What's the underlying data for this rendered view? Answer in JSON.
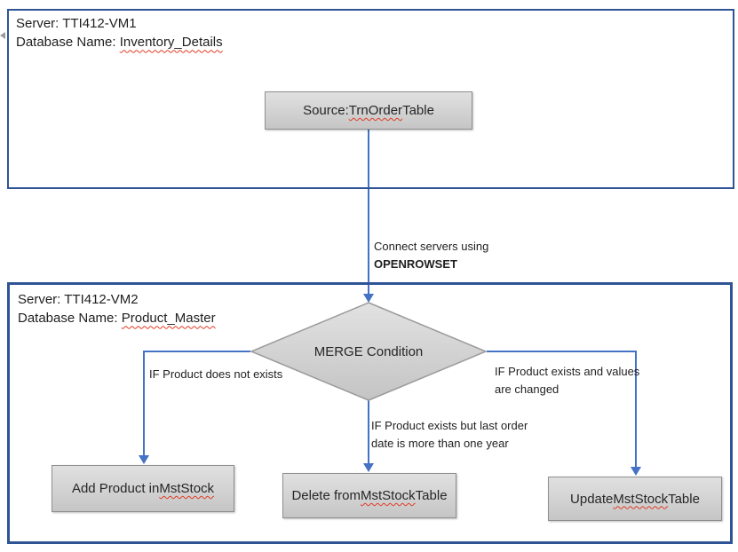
{
  "diagram": {
    "region1": {
      "server": "Server: TTI412-VM1",
      "db_label": "Database Name: ",
      "db_name": "Inventory_Details",
      "source_prefix": "Source: ",
      "source_name": "TrnOrder",
      "source_suffix": " Table"
    },
    "connector": {
      "line1": "Connect servers using",
      "line2": "OPENROWSET"
    },
    "region2": {
      "server": "Server: TTI412-VM2",
      "db_label": "Database Name: ",
      "db_name": "Product_Master",
      "merge_label": "MERGE Condition",
      "branch_left": {
        "condition": "IF Product does not exists",
        "action_prefix": "Add Product in ",
        "action_highlight": "MstStock",
        "action_suffix": ""
      },
      "branch_middle": {
        "condition_line1": "IF Product exists but last order",
        "condition_line2": "date is more than one year",
        "action_prefix": "Delete from ",
        "action_highlight": "MstStock",
        "action_suffix": " Table"
      },
      "branch_right": {
        "condition_line1": "IF Product exists and values",
        "condition_line2": "are changed",
        "action_prefix": "Update ",
        "action_highlight": "MstStock",
        "action_suffix": " Table"
      }
    }
  },
  "colors": {
    "connector_blue": "#4472C4",
    "container_border_blue": "#2F5496",
    "shape_border_gray": "#8F8F8F",
    "shape_fill_top": "#E0E0E0",
    "shape_fill_bottom": "#C5C5C5",
    "spellcheck_red": "#E03B24"
  }
}
